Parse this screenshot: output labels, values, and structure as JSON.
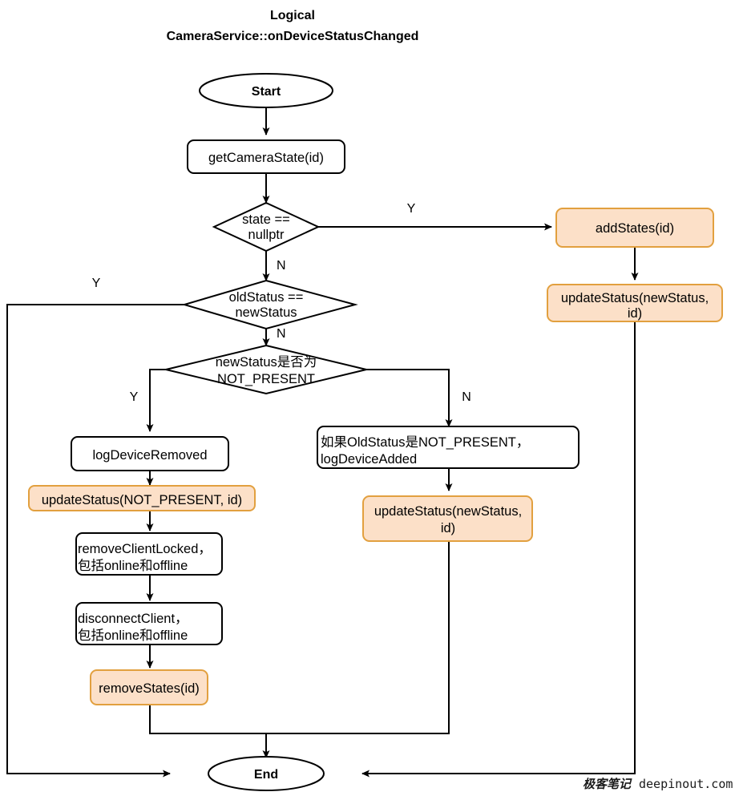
{
  "title": {
    "line1": "Logical",
    "line2": "CameraService::onDeviceStatusChanged"
  },
  "nodes": {
    "start": {
      "label": "Start",
      "shape": "ellipse",
      "style": "plain"
    },
    "get_camera_state": {
      "label": "getCameraState(id)",
      "shape": "rounded-rect",
      "style": "plain"
    },
    "state_null_check": {
      "line1": "state ==",
      "line2": "nullptr",
      "shape": "diamond",
      "style": "plain"
    },
    "add_states": {
      "label": "addStates(id)",
      "shape": "rounded-rect",
      "style": "highlight"
    },
    "update_status_right": {
      "line1": "updateStatus(newStatus,",
      "line2": "id)",
      "shape": "rounded-rect",
      "style": "highlight"
    },
    "old_new_status_check": {
      "line1": "oldStatus ==",
      "line2": "newStatus",
      "shape": "diamond",
      "style": "plain"
    },
    "not_present_check": {
      "line1": "newStatus是否为",
      "line2": "NOT_PRESENT",
      "shape": "diamond",
      "style": "plain"
    },
    "log_device_removed": {
      "label": "logDeviceRemoved",
      "shape": "rounded-rect",
      "style": "plain"
    },
    "update_status_not_present": {
      "label": "updateStatus(NOT_PRESENT, id)",
      "shape": "rounded-rect",
      "style": "highlight"
    },
    "remove_client_locked": {
      "line1": "removeClientLocked，",
      "line2": "包括online和offline",
      "shape": "rounded-rect",
      "style": "plain"
    },
    "disconnect_client": {
      "line1": "disconnectClient，",
      "line2": "包括online和offline",
      "shape": "rounded-rect",
      "style": "plain"
    },
    "remove_states": {
      "label": "removeStates(id)",
      "shape": "rounded-rect",
      "style": "highlight"
    },
    "log_device_added": {
      "line1": "如果OldStatus是NOT_PRESENT，",
      "line2": "logDeviceAdded",
      "shape": "rounded-rect",
      "style": "plain"
    },
    "update_status_mid": {
      "line1": "updateStatus(newStatus,",
      "line2": "id)",
      "shape": "rounded-rect",
      "style": "highlight"
    },
    "end": {
      "label": "End",
      "shape": "ellipse",
      "style": "plain"
    }
  },
  "edge_labels": {
    "state_null_yes": "Y",
    "state_null_no": "N",
    "old_new_yes": "Y",
    "old_new_no": "N",
    "not_present_yes": "Y",
    "not_present_no": "N"
  },
  "watermark": {
    "cn": "极客笔记",
    "en": "deepinout.com"
  },
  "colors": {
    "highlight_fill": "#fce0c8",
    "highlight_stroke": "#e2a03f",
    "stroke": "#000000",
    "background": "#ffffff"
  }
}
